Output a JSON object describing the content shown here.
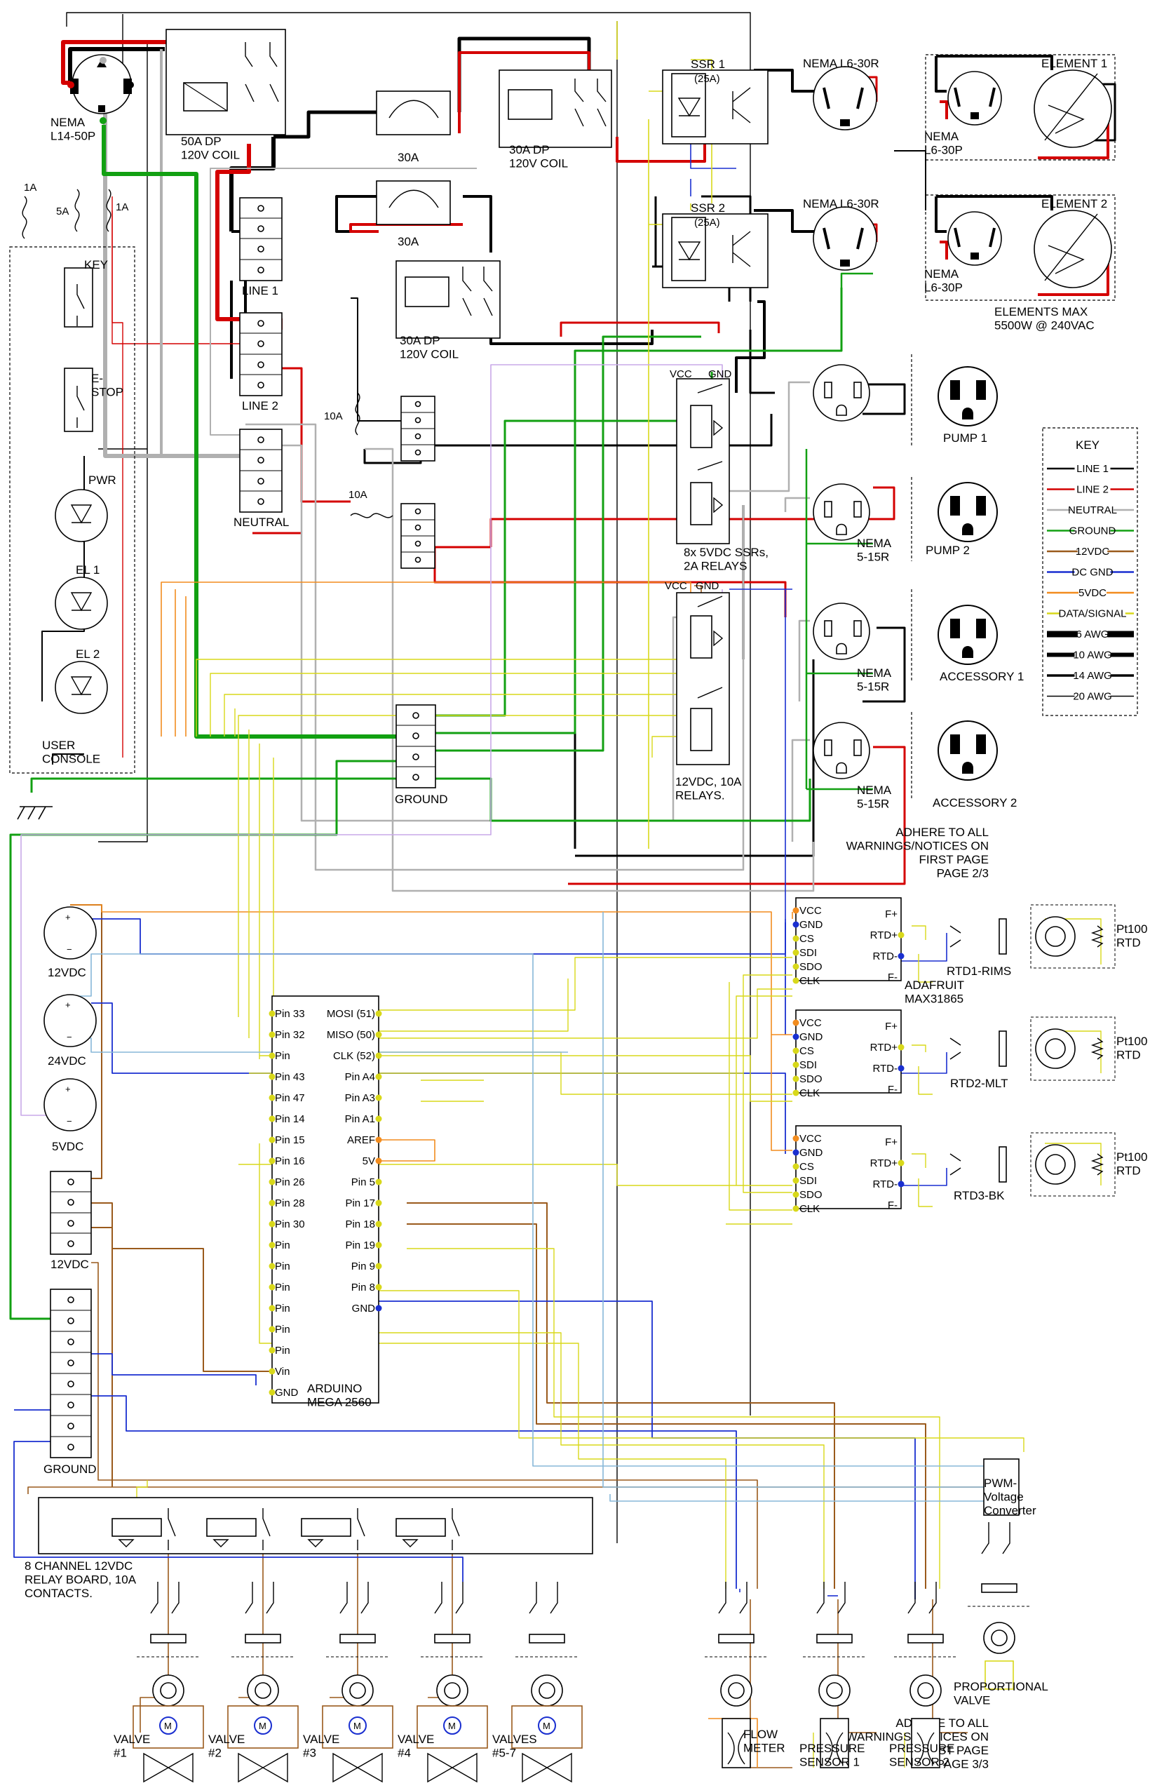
{
  "colors": {
    "line1": "#000000",
    "line2": "#d40000",
    "neutral": "#b0b0b0",
    "ground": "#12a012",
    "v12": "#9a5a1c",
    "dcgnd": "#1a2fd0",
    "v5": "#f28c1e",
    "signal": "#d8d81a"
  },
  "power": {
    "nema_l14": "NEMA\nL14-50P",
    "relay50": "50A DP\n120V COIL",
    "breaker30a_top": "30A",
    "breaker30a_mid": "30A",
    "relay30_top": "30A DP\n120V COIL",
    "relay30_mid": "30A DP\n120V COIL",
    "line1": "LINE 1",
    "line2": "LINE 2",
    "neutral": "NEUTRAL",
    "ground": "GROUND",
    "fuse10a_1": "10A",
    "fuse10a_2": "10A"
  },
  "console": {
    "fuse1": "1A",
    "fuse2": "5A",
    "fuse3": "1A",
    "key": "KEY",
    "estop": "E-\nSTOP",
    "pwr": "PWR",
    "el1": "EL 1",
    "el2": "EL 2",
    "title": "USER\nCONSOLE"
  },
  "ssr": {
    "ssr1": "SSR 1",
    "ssr1_rating": "(25A)",
    "ssr2": "SSR 2",
    "ssr2_rating": "(25A)",
    "nema_l630r_1": "NEMA L6-30R",
    "nema_l630r_2": "NEMA L6-30R",
    "nema_l630p_1": "NEMA\nL6-30P",
    "nema_l630p_2": "NEMA\nL6-30P",
    "element1": "ELEMENT 1",
    "element2": "ELEMENT 2",
    "elements_max": "ELEMENTS MAX\n5500W @ 240VAC"
  },
  "relays": {
    "vcc1": "VCC",
    "gnd1": "GND",
    "ssr_relays": "8x 5VDC SSRs,\n2A RELAYS",
    "vcc2": "VCC",
    "gnd2": "GND",
    "relays12": "12VDC, 10A\nRELAYS."
  },
  "outlets": {
    "pump1": "PUMP 1",
    "pump2": "PUMP 2",
    "acc1": "ACCESSORY 1",
    "acc2": "ACCESSORY 2",
    "nema515_1": "NEMA\n5-15R",
    "nema515_2": "NEMA\n5-15R",
    "nema515_3": "NEMA\n5-15R"
  },
  "key_legend": {
    "title": "KEY",
    "items": [
      {
        "label": "LINE 1",
        "color": "#000000"
      },
      {
        "label": "LINE 2",
        "color": "#d40000"
      },
      {
        "label": "NEUTRAL",
        "color": "#b0b0b0"
      },
      {
        "label": "GROUND",
        "color": "#12a012"
      },
      {
        "label": "12VDC",
        "color": "#9a5a1c"
      },
      {
        "label": "DC GND",
        "color": "#1a2fd0"
      },
      {
        "label": "5VDC",
        "color": "#f28c1e"
      },
      {
        "label": "DATA/SIGNAL",
        "color": "#d8d81a"
      },
      {
        "label": "6 AWG",
        "color": "#000000",
        "awg": 9
      },
      {
        "label": "10 AWG",
        "color": "#000000",
        "awg": 6
      },
      {
        "label": "14 AWG",
        "color": "#000000",
        "awg": 3.5
      },
      {
        "label": "20 AWG",
        "color": "#000000",
        "awg": 1.5
      }
    ]
  },
  "notices": {
    "page2": "ADHERE TO ALL\nWARNINGS/NOTICES ON\nFIRST PAGE\nPAGE 2/3",
    "page3": "ADHERE TO ALL\nWARNINGS/NOTICES ON\nFIRST PAGE\nPAGE 3/3"
  },
  "psu": {
    "v12": "12VDC",
    "v24": "24VDC",
    "v5": "5VDC",
    "bus12": "12VDC",
    "busgnd": "GROUND"
  },
  "arduino": {
    "title": "ARDUINO\nMEGA 2560",
    "left_pins": [
      "Pin 33",
      "Pin 32",
      "Pin",
      "Pin 43",
      "Pin 47",
      "Pin 14",
      "Pin 15",
      "Pin 16",
      "Pin 26",
      "Pin 28",
      "Pin 30",
      "Pin",
      "Pin",
      "Pin",
      "Pin",
      "Pin",
      "Pin",
      "Vin",
      "GND"
    ],
    "right_pins": [
      "MOSI (51)",
      "MISO (50)",
      "CLK (52)",
      "Pin A4",
      "Pin A3",
      "Pin A1",
      "AREF",
      "5V",
      "Pin 5",
      "Pin 17",
      "Pin 18",
      "Pin 19",
      "Pin 9",
      "Pin 8",
      "GND"
    ]
  },
  "max31865": {
    "left_pins": [
      "VCC",
      "GND",
      "CS",
      "SDI",
      "SDO",
      "CLK"
    ],
    "right_pins": [
      "F+",
      "RTD+",
      "RTD-",
      "F-"
    ],
    "board1": "RTD1-RIMS",
    "board2": "RTD2-MLT",
    "board3": "RTD3-BK",
    "name": "ADAFRUIT\nMAX31865",
    "sensor": "Pt100\nRTD"
  },
  "bottom": {
    "relayboard": "8 CHANNEL 12VDC\nRELAY BOARD, 10A\nCONTACTS.",
    "pwm": "PWM-\nVoltage\nConverter",
    "valves": [
      "VALVE\n#1",
      "VALVE\n#2",
      "VALVE\n#3",
      "VALVE\n#4",
      "VALVES\n#5-7"
    ],
    "flow": "FLOW\nMETER",
    "ps1": "PRESSURE\nSENSOR 1",
    "ps2": "PRESSURE\nSENSOR 2",
    "prop": "PROPORTIONAL\nVALVE"
  }
}
